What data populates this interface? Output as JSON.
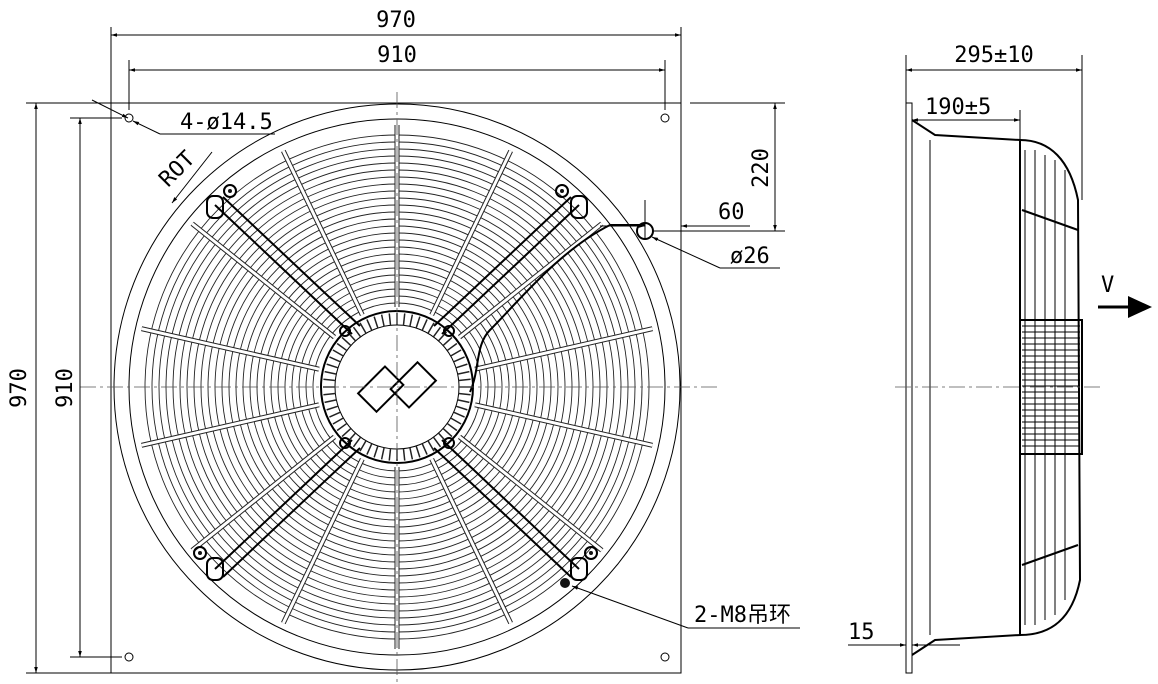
{
  "front_view": {
    "overall_width": "970",
    "hole_spacing_width": "910",
    "overall_height": "970",
    "hole_spacing_height": "910",
    "mount_holes": "4-ø14.5",
    "rotation": "ROT",
    "cable_offset_vertical": "220",
    "cable_offset_horizontal": "60",
    "cable_gland": "ø26",
    "lifting_rings": "2-M8吊环"
  },
  "side_view": {
    "total_depth": "295±10",
    "frame_depth": "190±5",
    "plate_thickness": "15",
    "airflow_label": "V"
  }
}
